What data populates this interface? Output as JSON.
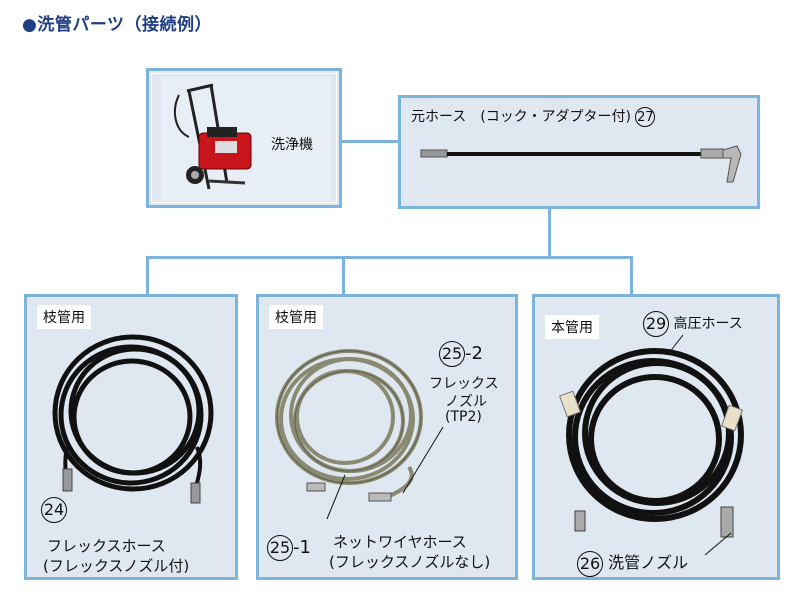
{
  "title": "●洗管パーツ（接続例）",
  "washer": {
    "label": "洗浄機"
  },
  "main_hose": {
    "label": "元ホース　(コック・アダプター付)",
    "number": "27"
  },
  "left_panel": {
    "tag": "枝管用",
    "number": "24",
    "line1": "フレックスホース",
    "line2": "(フレックスノズル付)"
  },
  "middle_panel": {
    "tag": "枝管用",
    "nozzle_number": "25",
    "nozzle_suffix": "-2",
    "nozzle_line1": "フレックス",
    "nozzle_line2": "ノズル",
    "nozzle_line3": "(TP2)",
    "hose_number": "25",
    "hose_suffix": "-1",
    "hose_line1": "ネットワイヤホース",
    "hose_line2": "(フレックスノズルなし)"
  },
  "right_panel": {
    "tag": "本管用",
    "hose_number": "29",
    "hose_label": "高圧ホース",
    "nozzle_number": "26",
    "nozzle_label": "洗管ノズル"
  }
}
